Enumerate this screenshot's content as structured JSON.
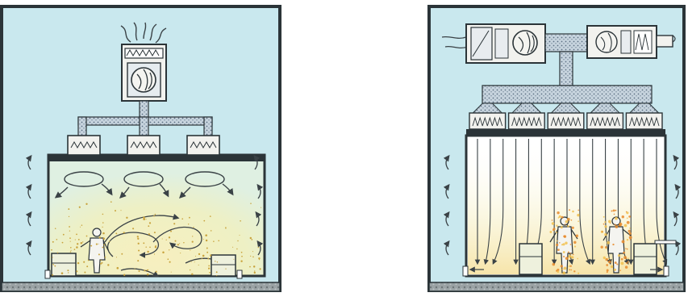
{
  "figure": {
    "panels": [
      {
        "id": "turbulent-flow-room",
        "diffuser_count": 3
      },
      {
        "id": "unidirectional-flow-room",
        "hepa_hood_count": 5,
        "airflow_line_count": 15
      }
    ]
  },
  "colors": {
    "room_background": "#c9e8ee",
    "wall_dark": "#2b3438",
    "duct_dotted_fill": "#9fb4c4",
    "floor_gravel": "#8a9294",
    "contamination_glow": "#f4eab2",
    "particle_orange": "#e88a2a",
    "filter_frame": "#f2f2ee",
    "airflow_arrow": "#3a4246"
  },
  "icons": {
    "fan": "fan-icon",
    "filter": "hepa-filter-icon",
    "person": "operator-figure",
    "exhaust": "exhaust-grille-icon"
  }
}
